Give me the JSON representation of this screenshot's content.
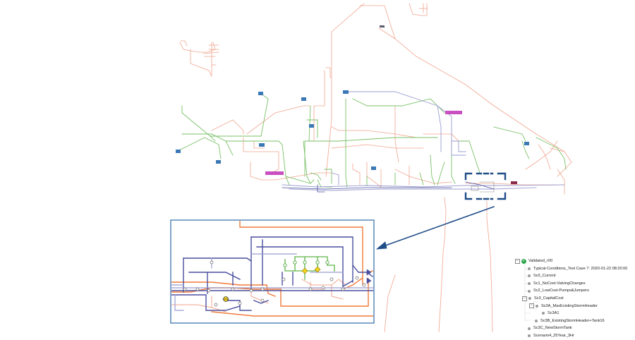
{
  "scenario_tree": {
    "root_label": "Validated_r00",
    "items": [
      {
        "label": "Typical-Conditions_Test Case 7: 2020-01-22 08:20:00",
        "level": 1
      },
      {
        "label": "Sc0_Current",
        "level": 1
      },
      {
        "label": "Sc1_NoCost-ValvingChanges",
        "level": 1
      },
      {
        "label": "Sc2_LowCost-Pumps&Jumpers",
        "level": 1
      },
      {
        "label": "Sc3_CapitalCost",
        "level": 1,
        "expandable": true
      },
      {
        "label": "Sc3A_MaxExistingStormHeader",
        "level": 2,
        "expandable": true
      },
      {
        "label": "Sc3A1",
        "level": 3
      },
      {
        "label": "Sc3B_ExistingStormHeader+Tank16",
        "level": 2
      },
      {
        "label": "Sc3C_NewStormTank",
        "level": 1
      },
      {
        "label": "Scenario4_25Year_3Hr",
        "level": 1
      }
    ]
  },
  "colors": {
    "green_line": "#79c267",
    "salmon_line": "#f0a58e",
    "orange_line": "#f07a3a",
    "navy_line": "#4a4f9e",
    "lavender_line": "#9a9ccf",
    "blue_frame": "#2f6aa7",
    "dark_blue_frame": "#1f4d88",
    "node_label_fill": "#3a78b5",
    "magenta_label_fill": "#c94ec0",
    "valve_yellow": "#f2d21b"
  }
}
